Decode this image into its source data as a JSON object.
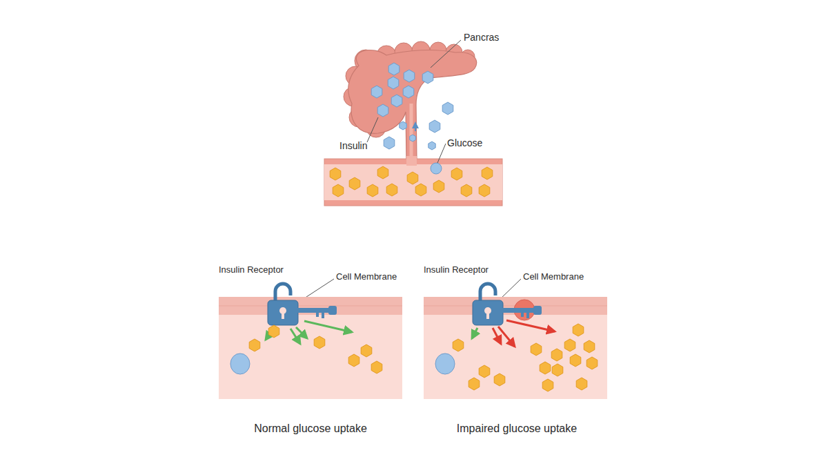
{
  "diagram": {
    "labels": [
      "Pancras",
      "Insulin",
      "Glucose",
      "Insulin Receptor",
      "Cell Membrane",
      "Insulin Receptor",
      "Cell Membrane",
      "Normal glucose uptake",
      "Impaired glucose uptake"
    ]
  }
}
